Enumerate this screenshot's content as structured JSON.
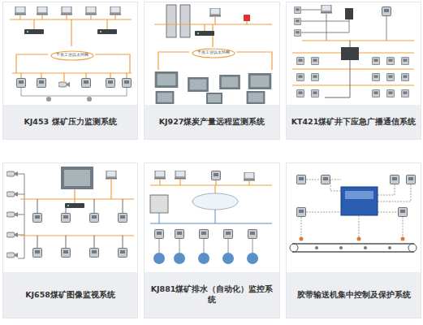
{
  "diagram": {
    "nodes": [
      {
        "text": [
          "KJ453 煤矿压力监测系统"
        ]
      },
      {
        "text": [
          "千兆工业以太环网"
        ],
        "in": 0
      },
      {
        "text": [
          "KJ927煤炭产量远程监测系统"
        ]
      },
      {
        "text": [
          "千兆工业以太环网"
        ],
        "in": 2
      },
      {
        "text": [
          "KT421煤矿井下应急广播通信系统"
        ]
      },
      {
        "text": [
          "KJ658煤矿图像监视系统"
        ]
      },
      {
        "text": [
          "KJ881煤矿排水（自动化）监控系统"
        ]
      },
      {
        "text": [
          "胶带输送机集中控制及保护系统"
        ]
      }
    ]
  }
}
